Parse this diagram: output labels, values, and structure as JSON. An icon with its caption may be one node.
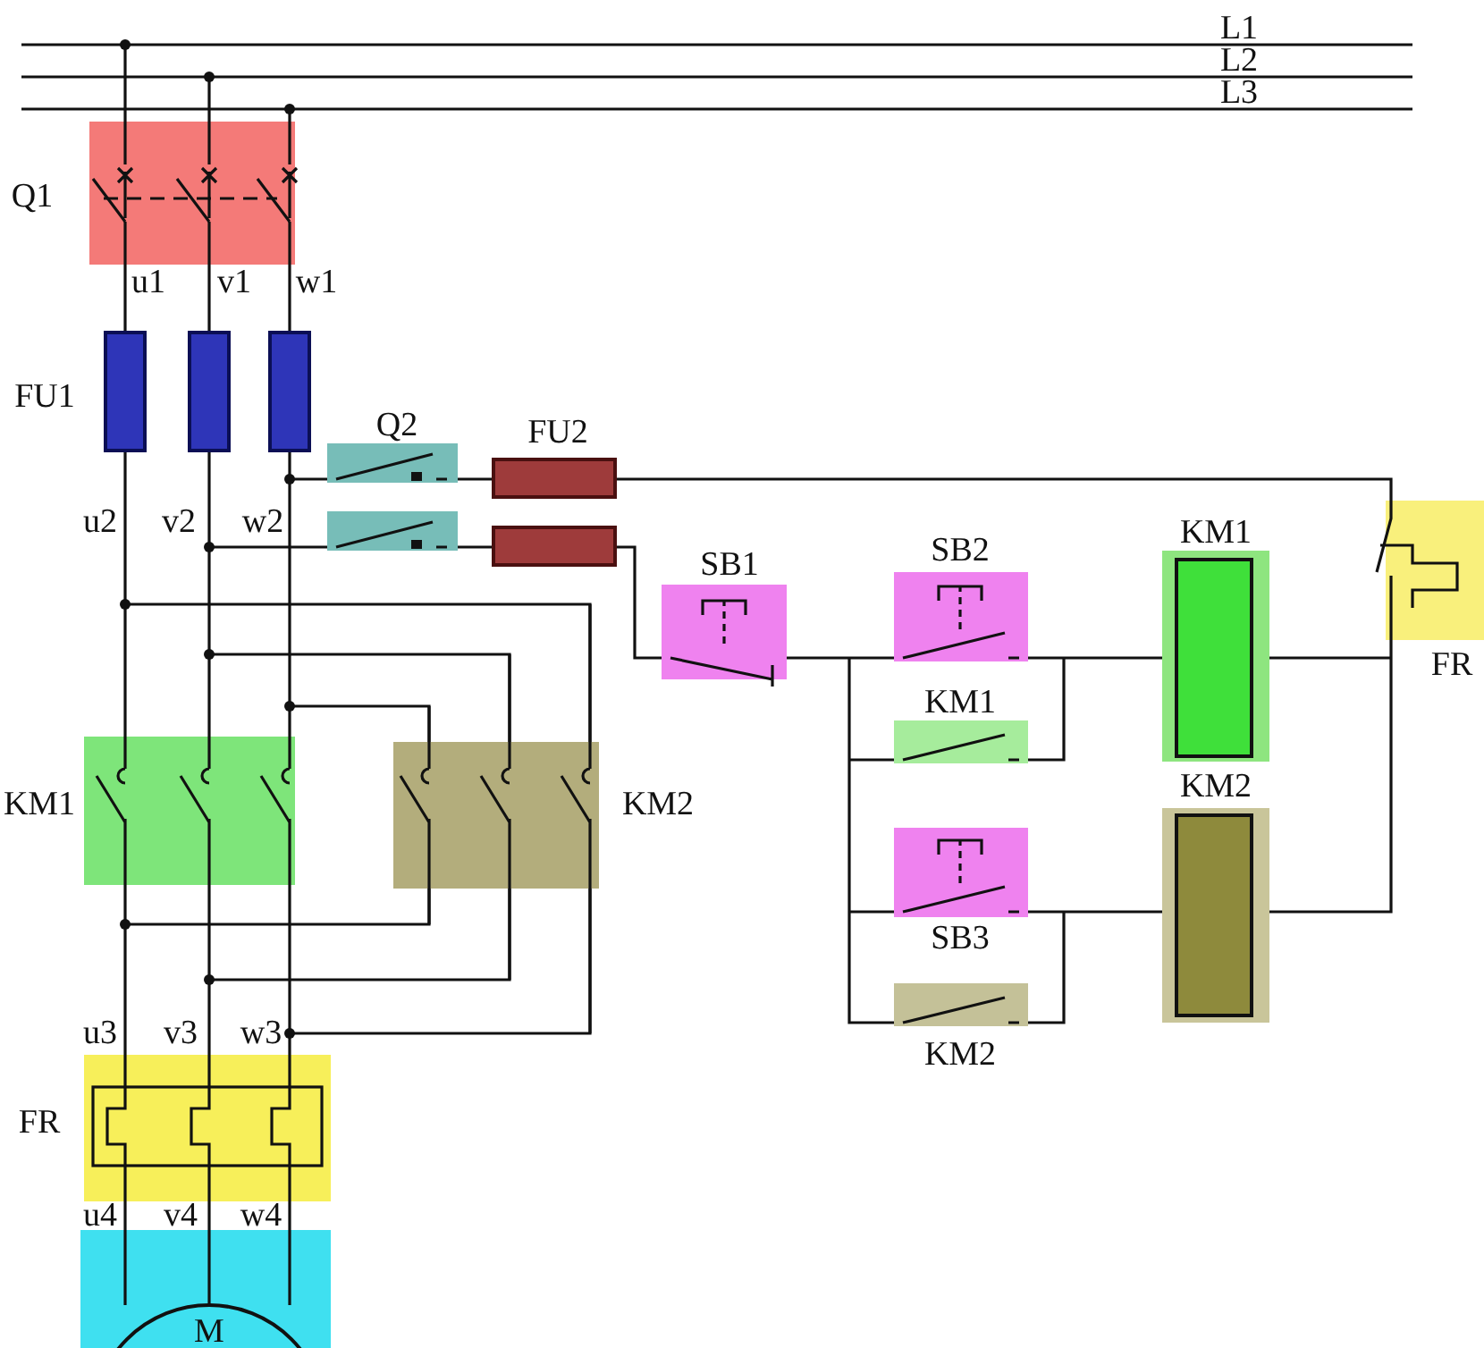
{
  "diagram": {
    "labels": [
      "L1",
      "L2",
      "L3",
      "Q1",
      "u1",
      "v1",
      "w1",
      "FU1",
      "Q2",
      "FU2",
      "u2",
      "v2",
      "w2",
      "KM1",
      "SB2",
      "SB1",
      "FR",
      "KM1",
      "KM1",
      "KM2",
      "KM2",
      "SB3",
      "KM2",
      "u3",
      "v3",
      "w3",
      "FR",
      "u4",
      "v4",
      "w4",
      "M"
    ]
  }
}
